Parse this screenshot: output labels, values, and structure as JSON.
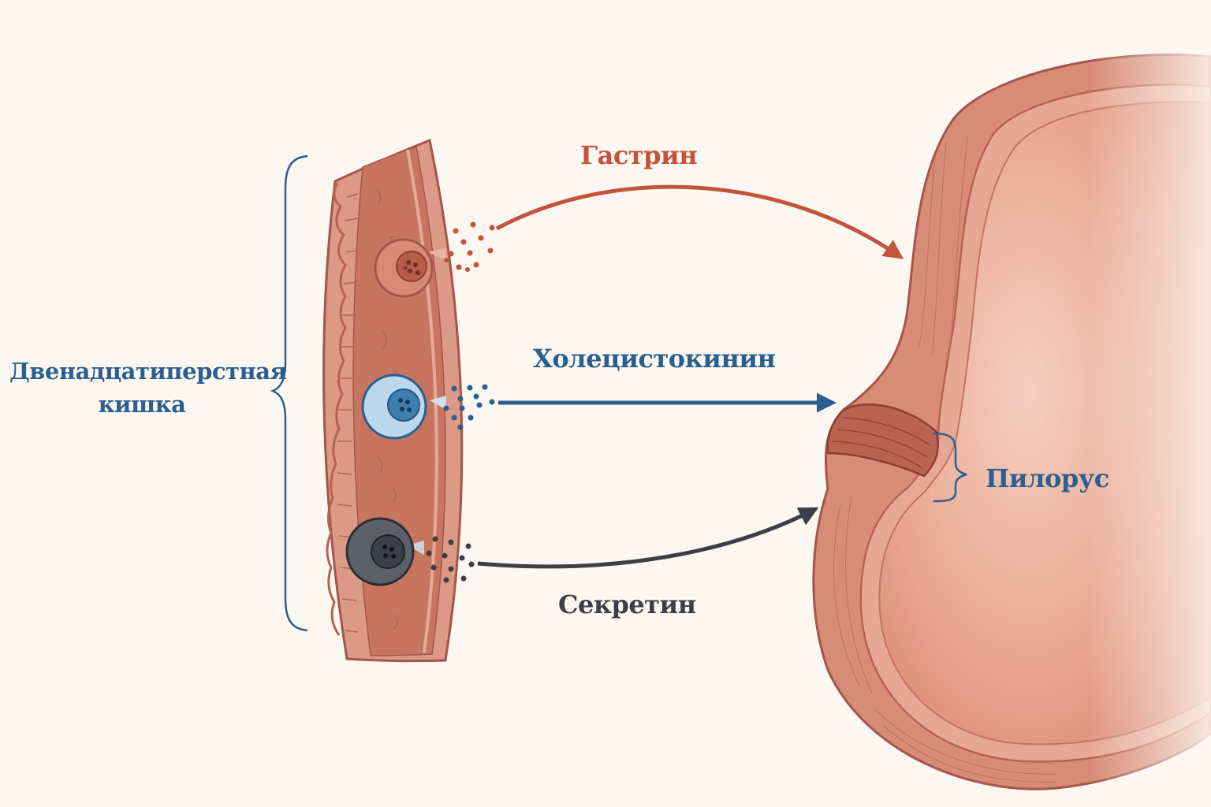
{
  "colors": {
    "background": "#fcf7f0",
    "gastrin": "#c4533b",
    "cholecystokinin": "#2a5f8f",
    "secretin": "#3b3f48",
    "label_blue": "#2a5f8f",
    "tissue": "#c57a68"
  },
  "labels": {
    "duodenum_line1": "Двенадцатиперстная",
    "duodenum_line2": "кишка",
    "gastrin": "Гастрин",
    "cholecystokinin": "Холецистокинин",
    "secretin": "Секретин",
    "pylorus": "Пилорус"
  }
}
